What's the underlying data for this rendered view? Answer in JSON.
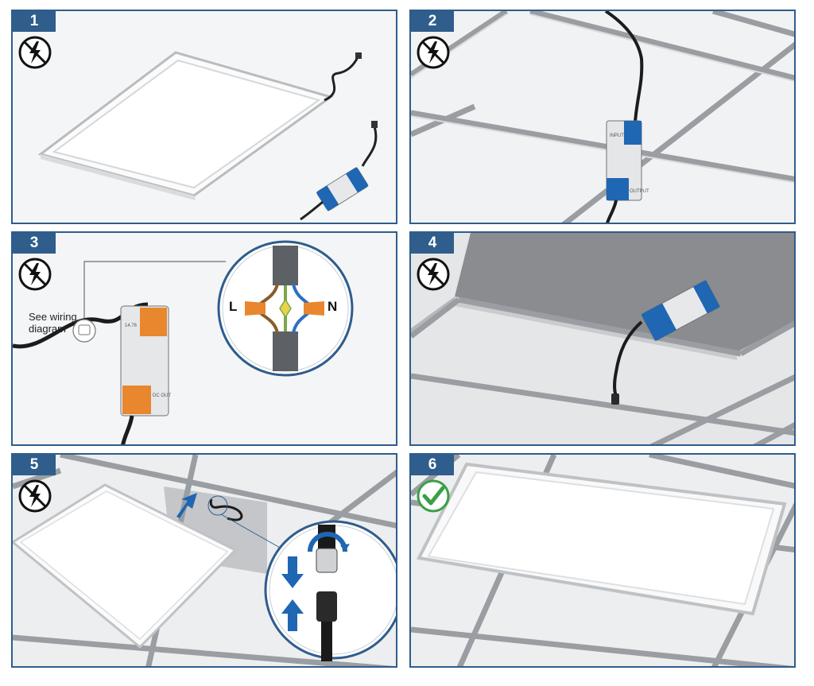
{
  "steps": [
    {
      "number": "1",
      "status_icon": "no-power-icon"
    },
    {
      "number": "2",
      "status_icon": "no-power-icon"
    },
    {
      "number": "3",
      "status_icon": "no-power-icon"
    },
    {
      "number": "4",
      "status_icon": "no-power-icon"
    },
    {
      "number": "5",
      "status_icon": "no-power-icon"
    },
    {
      "number": "6",
      "status_icon": "checkmark-icon"
    }
  ],
  "step3": {
    "callout_text": "See wiring diagram",
    "live_label": "L",
    "neutral_label": "N"
  },
  "colors": {
    "frame": "#2f5d8c",
    "driver_blue": "#1f66b3",
    "driver_orange": "#e8872e",
    "check_green": "#3aa046",
    "arrow_blue": "#1f66b3"
  }
}
